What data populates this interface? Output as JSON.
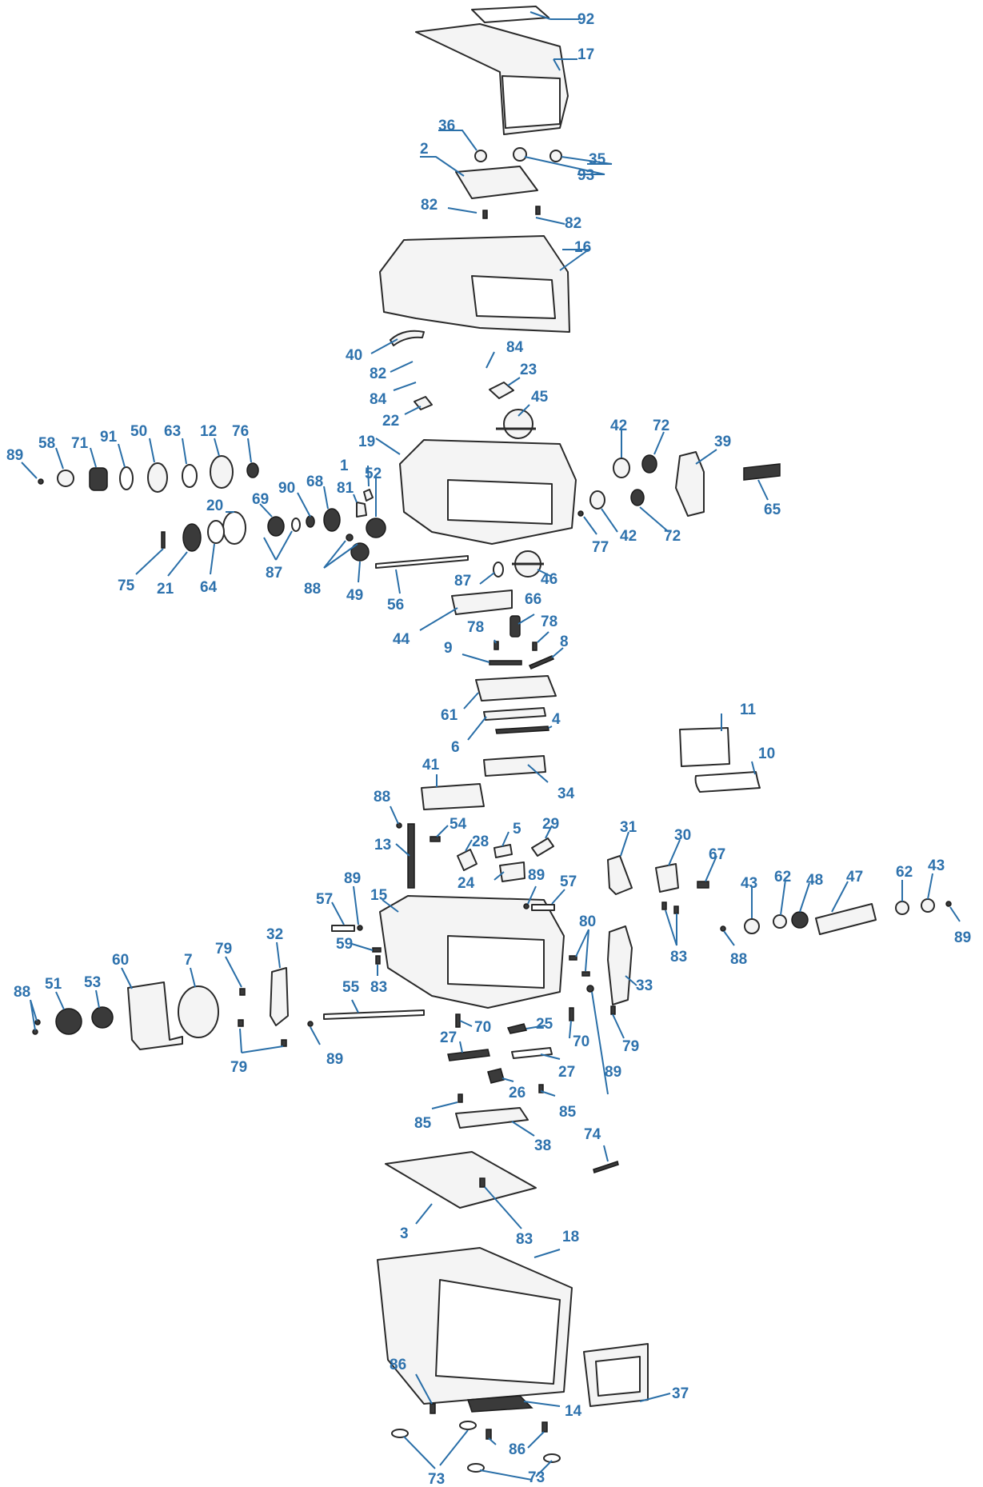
{
  "diagram": {
    "callouts": [
      {
        "id": "c92",
        "label": "92"
      },
      {
        "id": "c17",
        "label": "17"
      },
      {
        "id": "c36",
        "label": "36"
      },
      {
        "id": "c35",
        "label": "35"
      },
      {
        "id": "c2",
        "label": "2"
      },
      {
        "id": "c93",
        "label": "93"
      },
      {
        "id": "c82a",
        "label": "82"
      },
      {
        "id": "c82b",
        "label": "82"
      },
      {
        "id": "c16",
        "label": "16"
      },
      {
        "id": "c40",
        "label": "40"
      },
      {
        "id": "c82c",
        "label": "82"
      },
      {
        "id": "c84a",
        "label": "84"
      },
      {
        "id": "c23",
        "label": "23"
      },
      {
        "id": "c84b",
        "label": "84"
      },
      {
        "id": "c45",
        "label": "45"
      },
      {
        "id": "c22",
        "label": "22"
      },
      {
        "id": "c89a",
        "label": "89"
      },
      {
        "id": "c58",
        "label": "58"
      },
      {
        "id": "c71",
        "label": "71"
      },
      {
        "id": "c91",
        "label": "91"
      },
      {
        "id": "c50",
        "label": "50"
      },
      {
        "id": "c63",
        "label": "63"
      },
      {
        "id": "c12",
        "label": "12"
      },
      {
        "id": "c76",
        "label": "76"
      },
      {
        "id": "c19",
        "label": "19"
      },
      {
        "id": "c1",
        "label": "1"
      },
      {
        "id": "c52",
        "label": "52"
      },
      {
        "id": "c42a",
        "label": "42"
      },
      {
        "id": "c72a",
        "label": "72"
      },
      {
        "id": "c39",
        "label": "39"
      },
      {
        "id": "c65",
        "label": "65"
      },
      {
        "id": "c20",
        "label": "20"
      },
      {
        "id": "c69",
        "label": "69"
      },
      {
        "id": "c90",
        "label": "90"
      },
      {
        "id": "c68",
        "label": "68"
      },
      {
        "id": "c81",
        "label": "81"
      },
      {
        "id": "c42b",
        "label": "42"
      },
      {
        "id": "c72b",
        "label": "72"
      },
      {
        "id": "c77",
        "label": "77"
      },
      {
        "id": "c75",
        "label": "75"
      },
      {
        "id": "c21",
        "label": "21"
      },
      {
        "id": "c64",
        "label": "64"
      },
      {
        "id": "c87a",
        "label": "87"
      },
      {
        "id": "c88a",
        "label": "88"
      },
      {
        "id": "c49",
        "label": "49"
      },
      {
        "id": "c56",
        "label": "56"
      },
      {
        "id": "c87b",
        "label": "87"
      },
      {
        "id": "c46",
        "label": "46"
      },
      {
        "id": "c66",
        "label": "66"
      },
      {
        "id": "c44",
        "label": "44"
      },
      {
        "id": "c78a",
        "label": "78"
      },
      {
        "id": "c78b",
        "label": "78"
      },
      {
        "id": "c9",
        "label": "9"
      },
      {
        "id": "c8",
        "label": "8"
      },
      {
        "id": "c61",
        "label": "61"
      },
      {
        "id": "c6",
        "label": "6"
      },
      {
        "id": "c4",
        "label": "4"
      },
      {
        "id": "c11",
        "label": "11"
      },
      {
        "id": "c10",
        "label": "10"
      },
      {
        "id": "c34",
        "label": "34"
      },
      {
        "id": "c41",
        "label": "41"
      },
      {
        "id": "c88b",
        "label": "88"
      },
      {
        "id": "c54",
        "label": "54"
      },
      {
        "id": "c5",
        "label": "5"
      },
      {
        "id": "c29",
        "label": "29"
      },
      {
        "id": "c28",
        "label": "28"
      },
      {
        "id": "c13",
        "label": "13"
      },
      {
        "id": "c31",
        "label": "31"
      },
      {
        "id": "c30",
        "label": "30"
      },
      {
        "id": "c67",
        "label": "67"
      },
      {
        "id": "c24",
        "label": "24"
      },
      {
        "id": "c89b",
        "label": "89"
      },
      {
        "id": "c57a",
        "label": "57"
      },
      {
        "id": "c15",
        "label": "15"
      },
      {
        "id": "c89c",
        "label": "89"
      },
      {
        "id": "c57b",
        "label": "57"
      },
      {
        "id": "c43a",
        "label": "43"
      },
      {
        "id": "c62a",
        "label": "62"
      },
      {
        "id": "c48",
        "label": "48"
      },
      {
        "id": "c47",
        "label": "47"
      },
      {
        "id": "c62b",
        "label": "62"
      },
      {
        "id": "c43b",
        "label": "43"
      },
      {
        "id": "c89d",
        "label": "89"
      },
      {
        "id": "c80",
        "label": "80"
      },
      {
        "id": "c83a",
        "label": "83"
      },
      {
        "id": "c88c",
        "label": "88"
      },
      {
        "id": "c32",
        "label": "32"
      },
      {
        "id": "c79a",
        "label": "79"
      },
      {
        "id": "c60",
        "label": "60"
      },
      {
        "id": "c7",
        "label": "7"
      },
      {
        "id": "c51",
        "label": "51"
      },
      {
        "id": "c53",
        "label": "53"
      },
      {
        "id": "c88d",
        "label": "88"
      },
      {
        "id": "c59",
        "label": "59"
      },
      {
        "id": "c83b",
        "label": "83"
      },
      {
        "id": "c55",
        "label": "55"
      },
      {
        "id": "c33",
        "label": "33"
      },
      {
        "id": "c70a",
        "label": "70"
      },
      {
        "id": "c25",
        "label": "25"
      },
      {
        "id": "c70b",
        "label": "70"
      },
      {
        "id": "c79b",
        "label": "79"
      },
      {
        "id": "c79c",
        "label": "79"
      },
      {
        "id": "c89e",
        "label": "89"
      },
      {
        "id": "c27a",
        "label": "27"
      },
      {
        "id": "c27b",
        "label": "27"
      },
      {
        "id": "c89f",
        "label": "89"
      },
      {
        "id": "c26",
        "label": "26"
      },
      {
        "id": "c85a",
        "label": "85"
      },
      {
        "id": "c85b",
        "label": "85"
      },
      {
        "id": "c38",
        "label": "38"
      },
      {
        "id": "c74",
        "label": "74"
      },
      {
        "id": "c3",
        "label": "3"
      },
      {
        "id": "c83c",
        "label": "83"
      },
      {
        "id": "c18",
        "label": "18"
      },
      {
        "id": "c37",
        "label": "37"
      },
      {
        "id": "c86a",
        "label": "86"
      },
      {
        "id": "c14",
        "label": "14"
      },
      {
        "id": "c86b",
        "label": "86"
      },
      {
        "id": "c73a",
        "label": "73"
      },
      {
        "id": "c73b",
        "label": "73"
      }
    ]
  }
}
